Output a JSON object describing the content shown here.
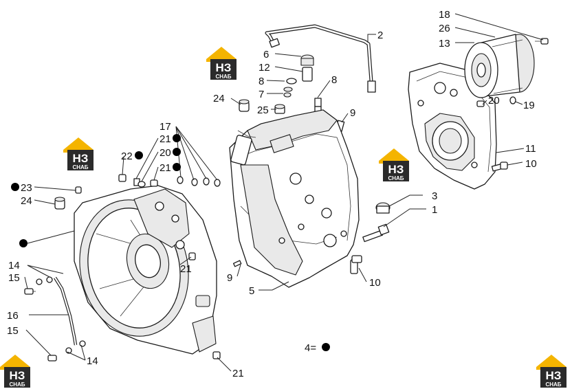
{
  "colors": {
    "logo_accent": "#f4b400",
    "logo_dark": "#2b2b2b",
    "ink": "#111111"
  },
  "logo": {
    "main": "НЗ",
    "sub": "СНАБ"
  },
  "callouts": {
    "c18": "18",
    "c26": "26",
    "c13": "13",
    "c2": "2",
    "c6": "6",
    "c12": "12",
    "c8a": "8",
    "c8b": "8",
    "c7": "7",
    "c24a": "24",
    "c25": "25",
    "c9a": "9",
    "c17": "17",
    "c21a": "21",
    "c20a": "20",
    "c21b": "21",
    "c22": "22",
    "c23": "23",
    "c24b": "24",
    "c20b": "20",
    "c19": "19",
    "c11": "11",
    "c10a": "10",
    "c3": "3",
    "c1": "1",
    "c21c": "21",
    "c9b": "9",
    "c10b": "10",
    "c5": "5",
    "c14a": "14",
    "c15a": "15",
    "c16": "16",
    "c15b": "15",
    "c14b": "14",
    "c21d": "21"
  },
  "legend": {
    "text": "4="
  }
}
